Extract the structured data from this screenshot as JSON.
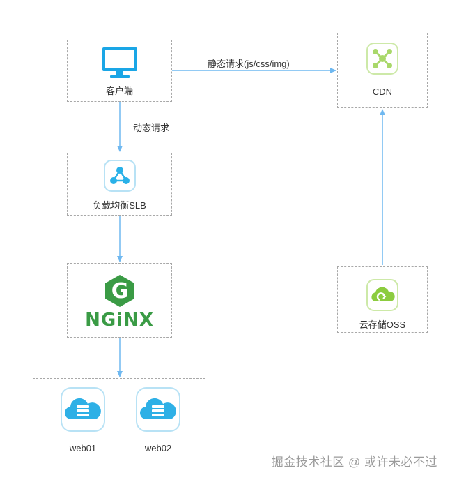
{
  "nodes": {
    "client": {
      "label": "客户端",
      "icon": "monitor-icon"
    },
    "cdn": {
      "label": "CDN",
      "icon": "cdn-network-icon"
    },
    "slb": {
      "label": "负载均衡SLB",
      "icon": "load-balancer-icon"
    },
    "nginx": {
      "logo_text": "NGiNX",
      "logo_letter": "G",
      "icon": "nginx-logo"
    },
    "oss": {
      "label": "云存储OSS",
      "icon": "cloud-storage-icon"
    },
    "web01": {
      "label": "web01",
      "icon": "cloud-server-icon"
    },
    "web02": {
      "label": "web02",
      "icon": "cloud-server-icon"
    }
  },
  "edges": {
    "static_request": "静态请求(js/css/img)",
    "dynamic_request": "动态请求"
  },
  "watermark": "掘金技术社区 @ 或许未必不过",
  "colors": {
    "arrow": "#6fb8f0",
    "client_blue": "#1aa6e6",
    "slb_blue": "#29b1e8",
    "cdn_green": "#a9d86a",
    "nginx_green": "#3a9b45",
    "oss_green": "#8ccc3f",
    "server_blue": "#2eb0e6",
    "dash": "#a8a8a8"
  }
}
